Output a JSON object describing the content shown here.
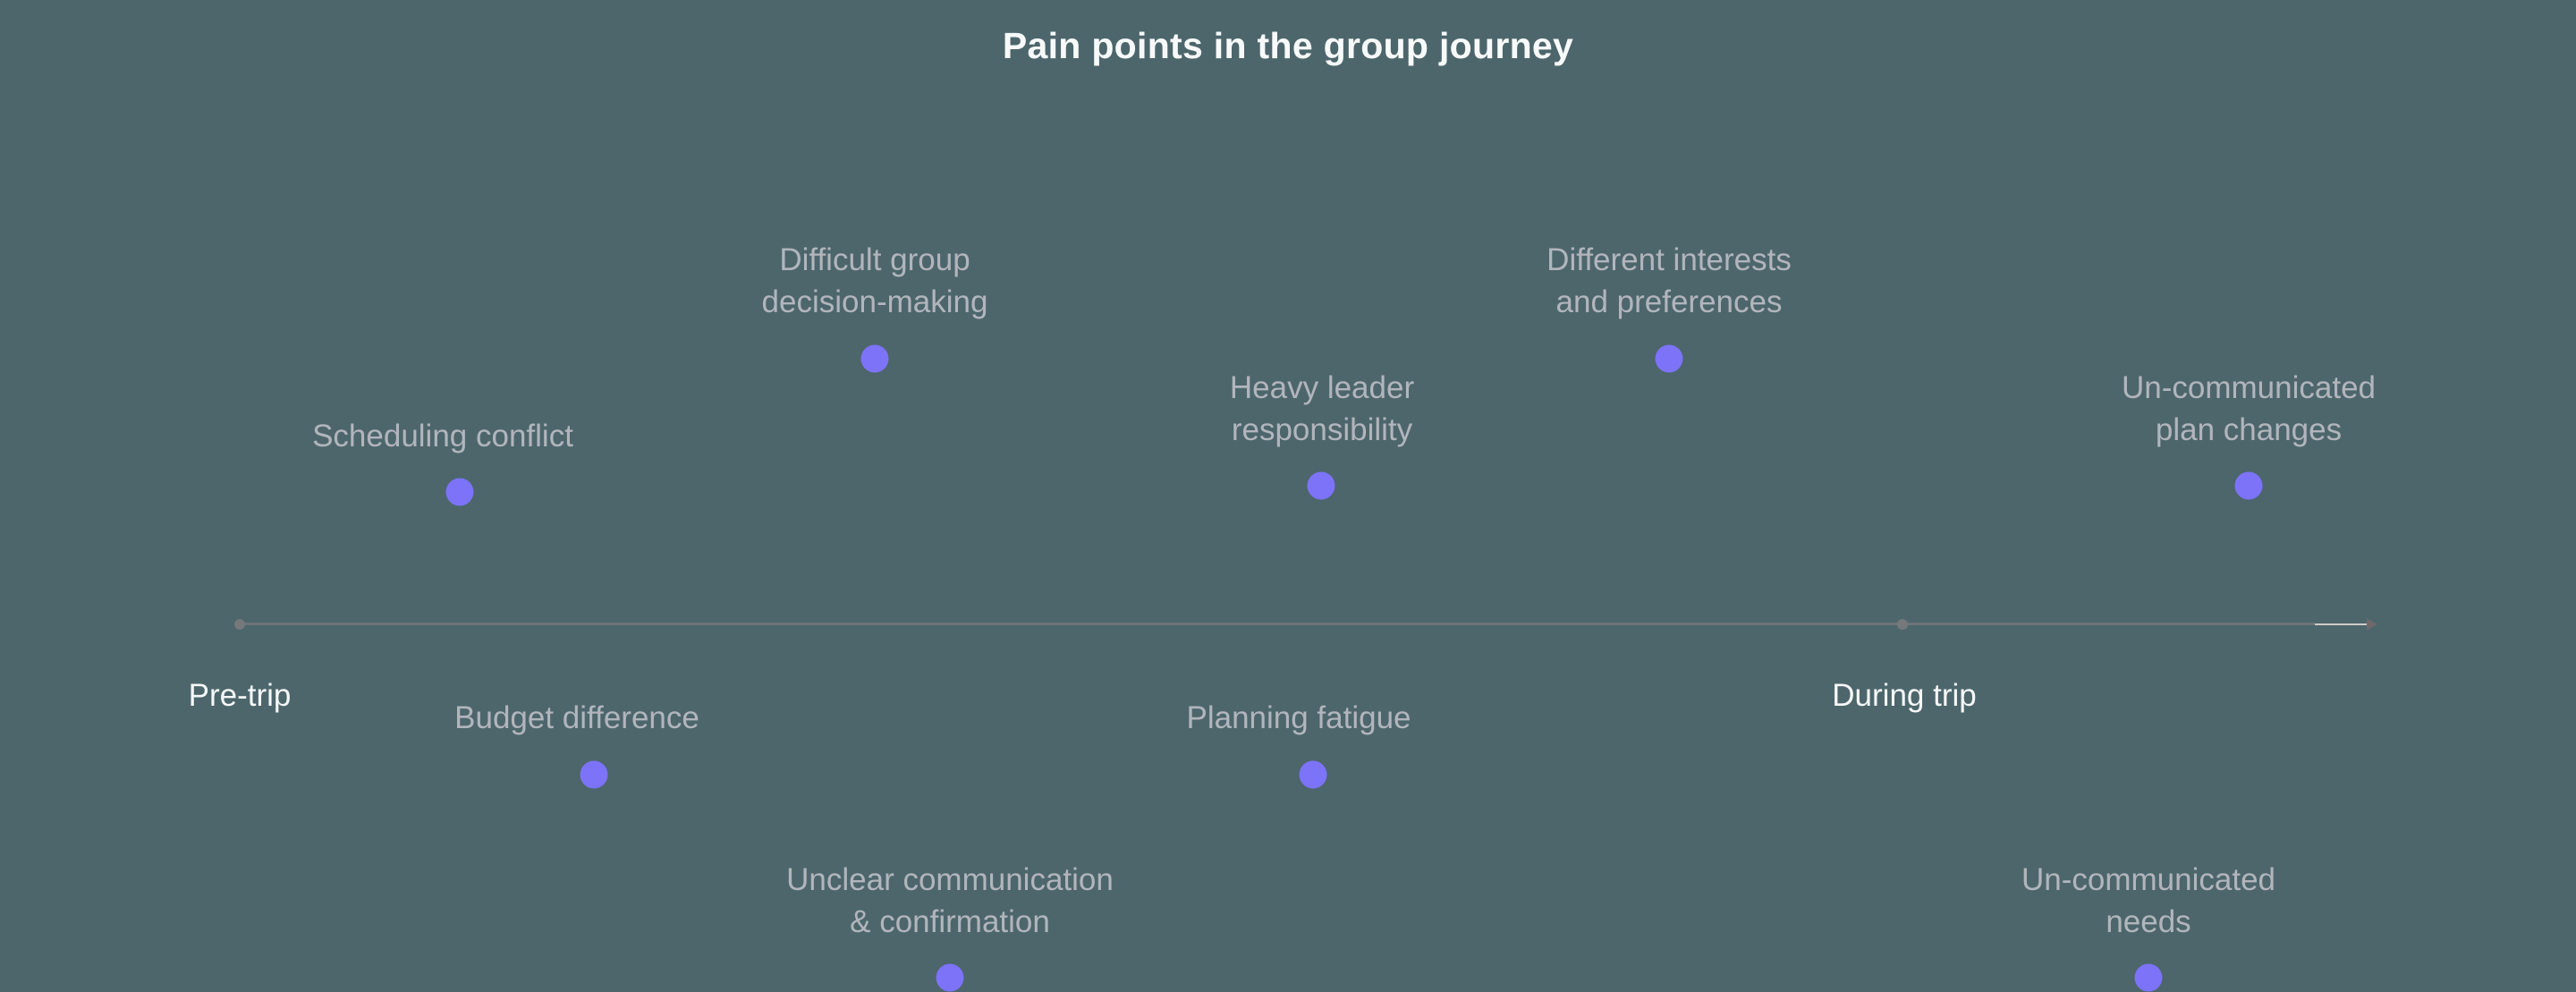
{
  "title": "Pain points in the group journey",
  "colors": {
    "background": "#4c666c",
    "dot": "#7d73f8",
    "label": "#b2b5bc",
    "phase_label": "#f6f8f8",
    "title": "#f8fafa",
    "line": "#6e7577",
    "line_highlight": "#cfcac7",
    "arrow": "#6e696a",
    "marker": "#75797b"
  },
  "timeline": {
    "direction": "left-to-right-arrow",
    "phases": [
      {
        "label": "Pre-trip"
      },
      {
        "label": "During trip"
      }
    ]
  },
  "pain_points": [
    {
      "label": "Scheduling conflict",
      "lines": [
        "Scheduling conflict"
      ],
      "phase": "Pre-trip",
      "row": "above-line"
    },
    {
      "label": "Difficult group decision-making",
      "lines": [
        "Difficult group",
        "decision-making"
      ],
      "phase": "Pre-trip",
      "row": "above-line"
    },
    {
      "label": "Heavy leader responsibility",
      "lines": [
        "Heavy leader",
        "responsibility"
      ],
      "phase": "Pre-trip",
      "row": "above-line"
    },
    {
      "label": "Different interests and preferences",
      "lines": [
        "Different interests",
        "and preferences"
      ],
      "phase": "Pre-trip",
      "row": "above-line"
    },
    {
      "label": "Un-communicated plan changes",
      "lines": [
        "Un-communicated",
        "plan changes"
      ],
      "phase": "During trip",
      "row": "above-line"
    },
    {
      "label": "Budget difference",
      "lines": [
        "Budget difference"
      ],
      "phase": "Pre-trip",
      "row": "below-line"
    },
    {
      "label": "Planning fatigue",
      "lines": [
        "Planning fatigue"
      ],
      "phase": "Pre-trip",
      "row": "below-line"
    },
    {
      "label": "Unclear communication & confirmation",
      "lines": [
        "Unclear communication",
        "& confirmation"
      ],
      "phase": "Pre-trip",
      "row": "below-line"
    },
    {
      "label": "Un-communicated needs",
      "lines": [
        "Un-communicated",
        "needs"
      ],
      "phase": "During trip",
      "row": "below-line"
    }
  ]
}
